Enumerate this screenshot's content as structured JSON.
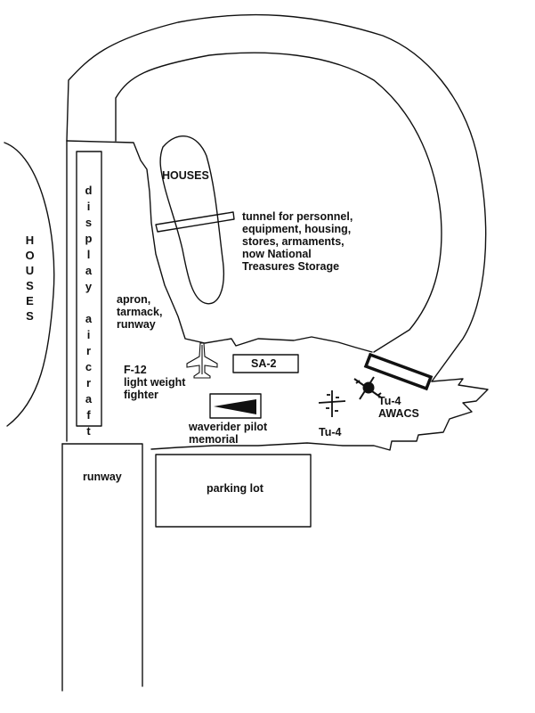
{
  "map": {
    "labels": {
      "houses_top": "HOUSES",
      "houses_left": "HOUSES",
      "display_aircraft": "display aircraft",
      "tunnel": "tunnel for personnel,\nequipment, housing,\nstores, armaments,\nnow National\nTreasures Storage",
      "apron": "apron,\ntarmack,\nrunway",
      "f12": "F-12\nlight weight\nfighter",
      "sa2": "SA-2",
      "tu4": "Tu-4",
      "tu4_awacs": "Tu-4\nAWACS",
      "memorial": "waverider pilot\nmemorial",
      "runway": "runway",
      "parking_lot": "parking lot"
    },
    "icons": {
      "f12": "jet-fighter-icon",
      "tu4": "bomber-aircraft-icon",
      "tu4_awacs": "awacs-aircraft-icon",
      "memorial": "wedge-monument-icon"
    },
    "colors": {
      "ink": "#111111",
      "paper": "#ffffff"
    }
  }
}
